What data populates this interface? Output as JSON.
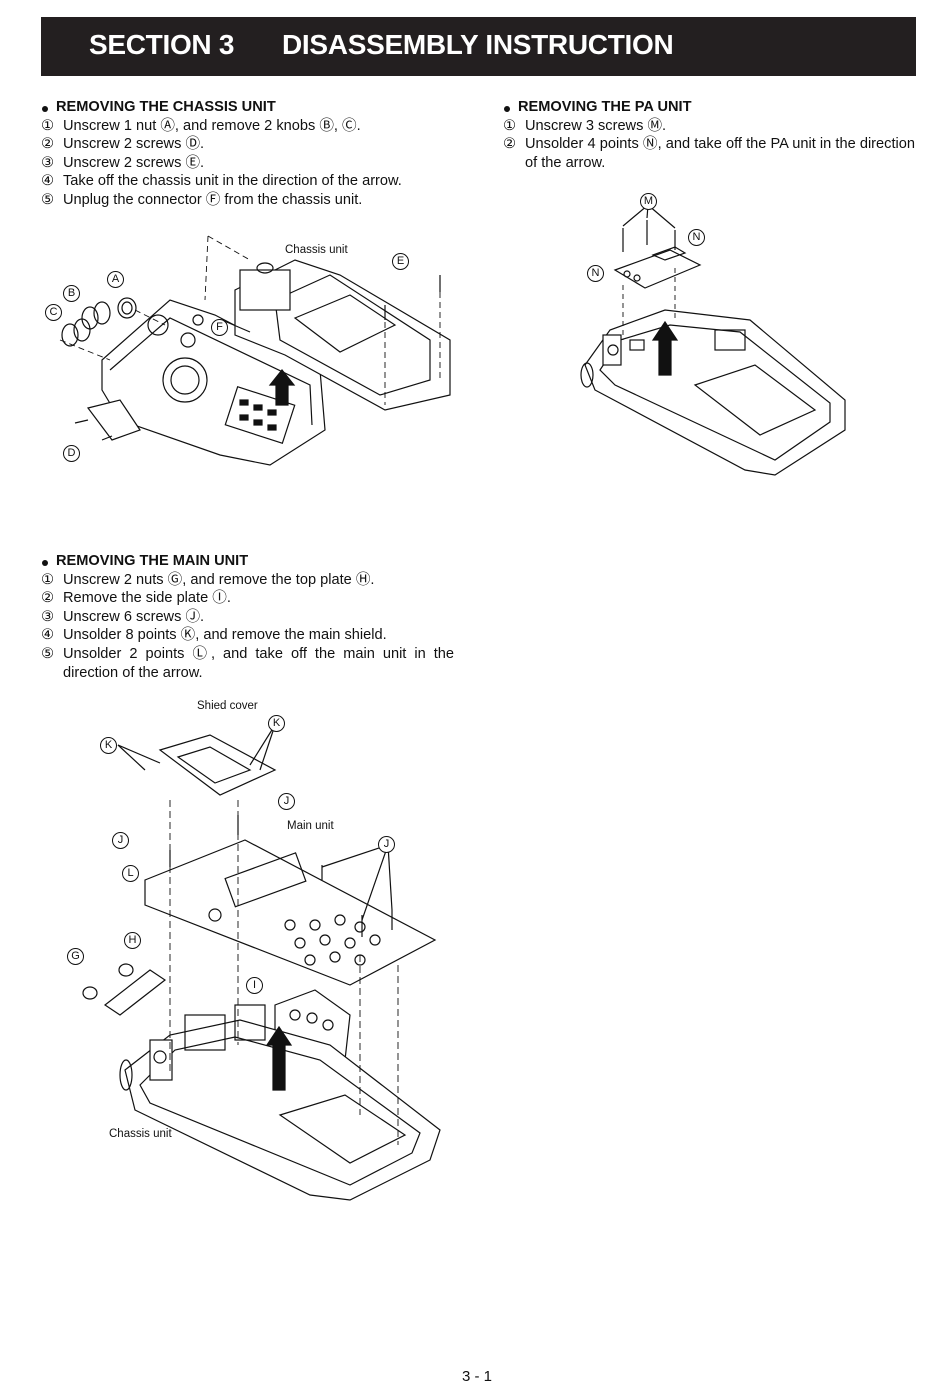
{
  "header": {
    "section": "SECTION 3",
    "title": "DISASSEMBLY INSTRUCTION"
  },
  "chassis": {
    "heading": "REMOVING THE CHASSIS UNIT",
    "steps": [
      {
        "num": "①",
        "text": "Unscrew 1 nut Ⓐ, and remove 2 knobs Ⓑ, Ⓒ."
      },
      {
        "num": "②",
        "text": "Unscrew 2 screws Ⓓ."
      },
      {
        "num": "③",
        "text": "Unscrew 2 screws Ⓔ."
      },
      {
        "num": "④",
        "text": "Take off the chassis unit in the direction of the arrow."
      },
      {
        "num": "⑤",
        "text": "Unplug the connector Ⓕ from the chassis unit."
      }
    ],
    "figure": {
      "caption_chassis": "Chassis unit",
      "callouts": [
        "A",
        "B",
        "C",
        "D",
        "E",
        "F"
      ]
    }
  },
  "pa": {
    "heading": "REMOVING THE PA UNIT",
    "steps": [
      {
        "num": "①",
        "text": "Unscrew 3 screws Ⓜ."
      },
      {
        "num": "②",
        "text": "Unsolder 4 points Ⓝ, and take off the PA unit in the direction of the arrow."
      }
    ],
    "figure": {
      "callouts": [
        "M",
        "N",
        "N"
      ]
    }
  },
  "main": {
    "heading": "REMOVING THE MAIN UNIT",
    "steps": [
      {
        "num": "①",
        "text": "Unscrew 2 nuts Ⓖ, and remove the top plate Ⓗ."
      },
      {
        "num": "②",
        "text": "Remove the side plate Ⓘ."
      },
      {
        "num": "③",
        "text": "Unscrew 6 screws Ⓙ."
      },
      {
        "num": "④",
        "text": "Unsolder 8 points Ⓚ, and remove the main shield."
      },
      {
        "num": "⑤",
        "text": "Unsolder 2 points Ⓛ, and take off the main unit in the direction of the arrow."
      }
    ],
    "figure": {
      "caption_shield": "Shied cover",
      "caption_main": "Main unit",
      "caption_chassis": "Chassis unit",
      "callouts": [
        "K",
        "K",
        "J",
        "J",
        "L",
        "J",
        "H",
        "G",
        "I"
      ]
    }
  },
  "page_number": "3 - 1"
}
